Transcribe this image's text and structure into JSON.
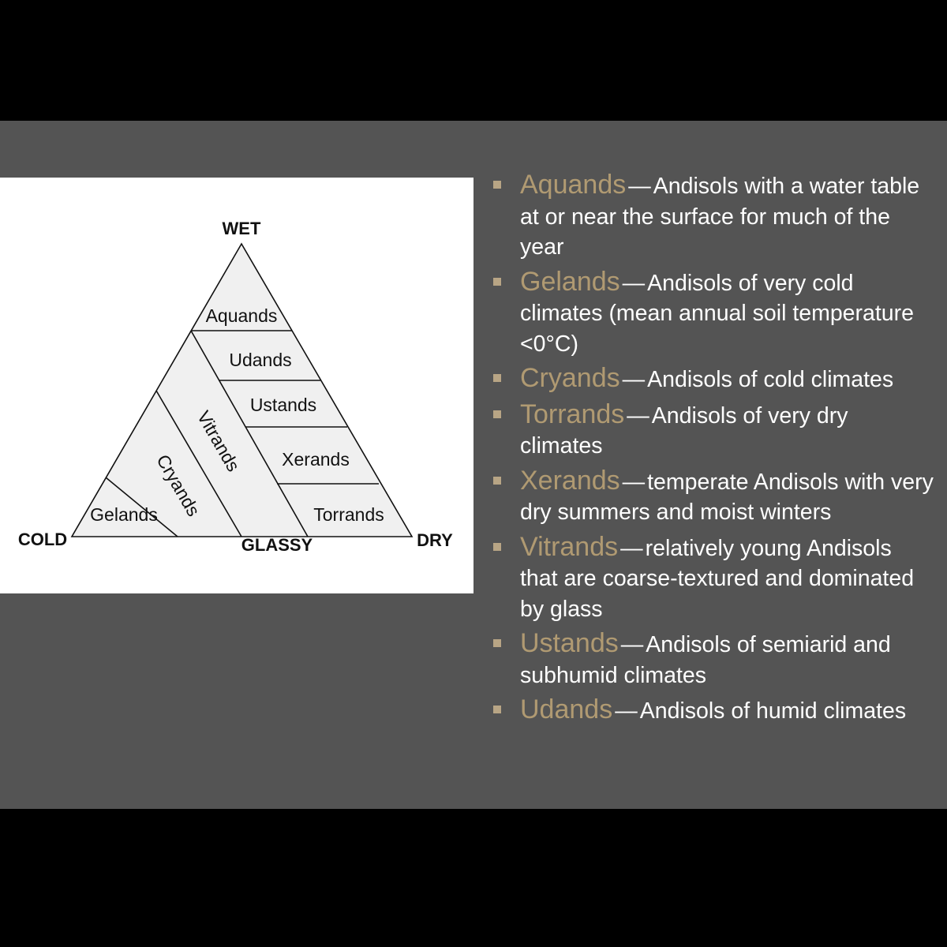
{
  "diagram": {
    "vertices": {
      "top": "WET",
      "left": "COLD",
      "right": "DRY",
      "bottom": "GLASSY"
    },
    "zones": [
      "Aquands",
      "Udands",
      "Ustands",
      "Xerands",
      "Torrands",
      "Vitrands",
      "Cryands",
      "Gelands"
    ]
  },
  "suborders": [
    {
      "name": "Aquands",
      "dash": "—",
      "description": "Andisols with a water table at or near the surface for much of the year"
    },
    {
      "name": "Gelands",
      "dash": "—",
      "description": "Andisols of very cold climates (mean annual soil temperature <0°C)"
    },
    {
      "name": "Cryands",
      "dash": "—",
      "description": "Andisols of cold climates"
    },
    {
      "name": "Torrands",
      "dash": "—",
      "description": "Andisols of very dry climates"
    },
    {
      "name": "Xerands",
      "dash": "—",
      "description": "temperate Andisols with very dry summers and moist winters"
    },
    {
      "name": "Vitrands",
      "dash": "—",
      "description": "relatively young Andisols that are coarse-textured and dominated by glass"
    },
    {
      "name": "Ustands",
      "dash": "—",
      "description": "Andisols of semiarid and subhumid climates"
    },
    {
      "name": "Udands",
      "dash": "—",
      "description": "Andisols of humid climates"
    }
  ],
  "colors": {
    "slide_background": "#545454",
    "frame": "#000000",
    "term": "#b09a72",
    "bullet_marker": "#b8a585",
    "diagram_fill": "#f0f0f0"
  }
}
